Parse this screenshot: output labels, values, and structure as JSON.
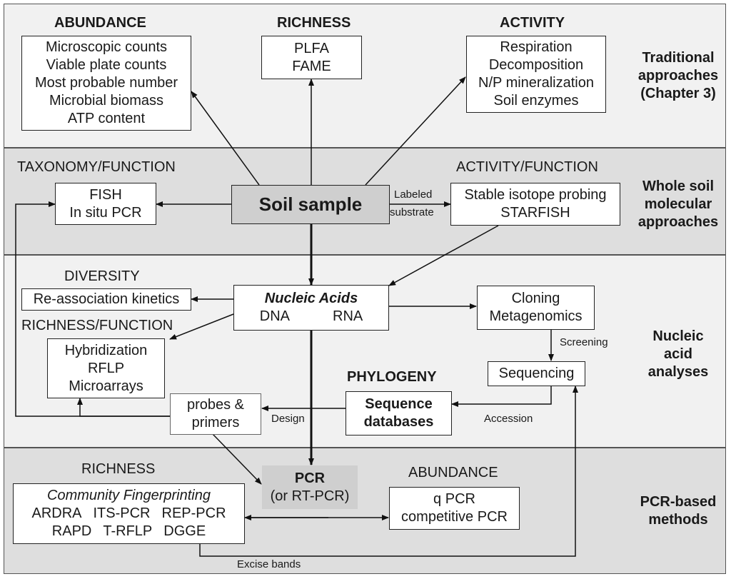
{
  "sections": [
    {
      "id": "traditional",
      "lines": [
        "Traditional",
        "approaches",
        "(Chapter 3)"
      ]
    },
    {
      "id": "whole-soil",
      "lines": [
        "Whole soil",
        "molecular",
        "approaches"
      ]
    },
    {
      "id": "nucleic",
      "lines": [
        "Nucleic",
        "acid",
        "analyses"
      ]
    },
    {
      "id": "pcr-based",
      "lines": [
        "PCR-based",
        "methods"
      ]
    }
  ],
  "headers": {
    "abundance_top": "ABUNDANCE",
    "richness_top": "RICHNESS",
    "activity_top": "ACTIVITY",
    "taxonomy_function": "TAXONOMY/FUNCTION",
    "activity_function": "ACTIVITY/FUNCTION",
    "diversity": "DIVERSITY",
    "richness_function": "RICHNESS/FUNCTION",
    "phylogeny": "PHYLOGENY",
    "richness_pcr": "RICHNESS",
    "abundance_pcr": "ABUNDANCE"
  },
  "boxes": {
    "abundance": [
      "Microscopic counts",
      "Viable plate counts",
      "Most probable number",
      "Microbial biomass",
      "ATP content"
    ],
    "richness": [
      "PLFA",
      "FAME"
    ],
    "activity": [
      "Respiration",
      "Decomposition",
      "N/P mineralization",
      "Soil enzymes"
    ],
    "fish": [
      "FISH",
      "In situ PCR"
    ],
    "soil_sample": "Soil sample",
    "stable_isotope": [
      "Stable isotope probing",
      "STARFISH"
    ],
    "reassociation": "Re-association kinetics",
    "nucleic_acids": {
      "title": "Nucleic Acids",
      "dna": "DNA",
      "rna": "RNA"
    },
    "cloning": [
      "Cloning",
      "Metagenomics"
    ],
    "hybridization": [
      "Hybridization",
      "RFLP",
      "Microarrays"
    ],
    "sequencing": "Sequencing",
    "sequence_databases": [
      "Sequence",
      "databases"
    ],
    "probes_primers": [
      "probes &",
      "primers"
    ],
    "pcr": {
      "title": "PCR",
      "sub": "(or RT-PCR)"
    },
    "fingerprinting": {
      "title": "Community Fingerprinting",
      "row1": [
        "ARDRA",
        "ITS-PCR",
        "REP-PCR"
      ],
      "row2": [
        "RAPD",
        "T-RFLP",
        "DGGE"
      ]
    },
    "qpcr": [
      "q PCR",
      "competitive PCR"
    ]
  },
  "edge_labels": {
    "labeled": "Labeled",
    "substrate": "substrate",
    "screening": "Screening",
    "design": "Design",
    "accession": "Accession",
    "excise_bands": "Excise bands"
  },
  "colors": {
    "band_light": "#f1f1f1",
    "band_dark": "#dedede",
    "soil_fill": "#cfcfcf",
    "pcr_fill": "#cfcfcf",
    "line": "#111111"
  }
}
